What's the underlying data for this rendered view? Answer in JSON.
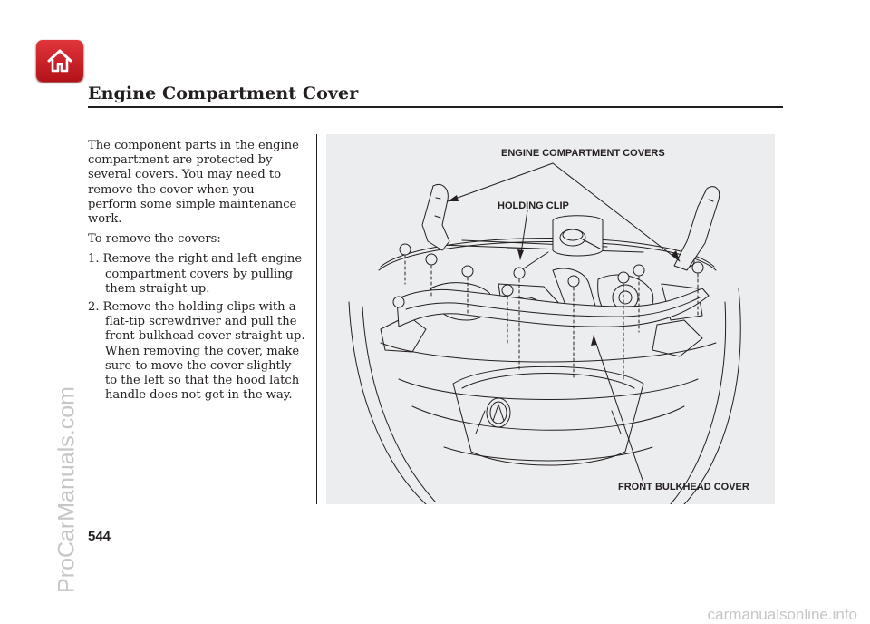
{
  "header": {
    "home_button_icon": "home-icon",
    "title": "Engine Compartment Cover",
    "accent_color": "#c8161d"
  },
  "body": {
    "intro": "The component parts in the engine compartment are protected by several covers. You may need to remove the cover when you perform some simple maintenance work.",
    "steps_heading": "To remove the covers:",
    "steps": [
      "1. Remove the right and left engine compartment covers by pulling them straight up.",
      "2. Remove the holding clips with a flat-tip screwdriver and pull the front bulkhead cover straight up. When removing the cover, make sure to move the cover slightly to the left so that the hood latch handle does not get in the way."
    ]
  },
  "figure": {
    "labels": {
      "covers": "ENGINE COMPARTMENT COVERS",
      "clip": "HOLDING CLIP",
      "bulkhead": "FRONT BULKHEAD COVER"
    },
    "background_color": "#ecedee"
  },
  "footer": {
    "page_number": "544"
  },
  "watermarks": {
    "left": "ProCarManuals.com",
    "bottom": "carmanualsonline.info"
  }
}
